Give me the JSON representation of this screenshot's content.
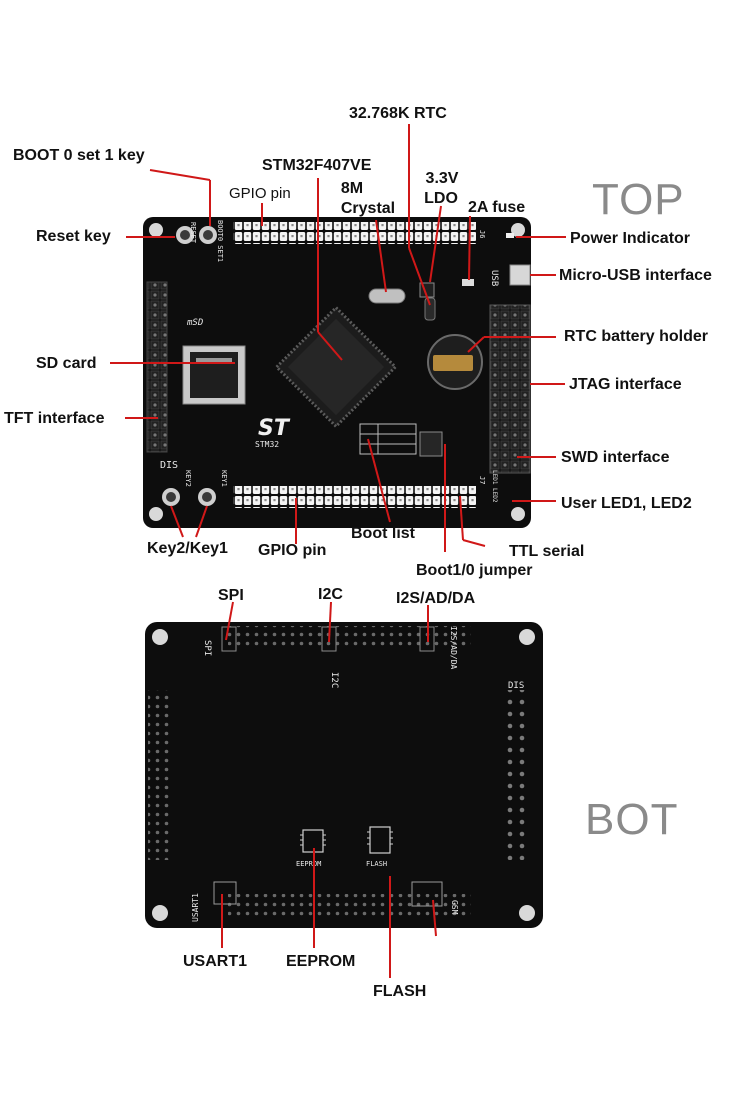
{
  "top_section": {
    "heading": "TOP",
    "labels": {
      "boot0_key": "BOOT 0 set 1 key",
      "reset_key": "Reset key",
      "gpio_pin_top": "GPIO pin",
      "mcu": "STM32F407VE",
      "crystal_line1": "8M",
      "crystal_line2": "Crystal",
      "rtc": "32.768K RTC",
      "ldo_line1": "3.3V",
      "ldo_line2": "LDO",
      "fuse": "2A fuse",
      "power_indicator": "Power Indicator",
      "micro_usb": "Micro-USB interface",
      "rtc_battery": "RTC battery holder",
      "jtag": "JTAG interface",
      "swd": "SWD interface",
      "user_led": "User LED1, LED2",
      "sd_card": "SD card",
      "tft_interface": "TFT interface",
      "key2_key1": "Key2/Key1",
      "gpio_pin_bottom": "GPIO pin",
      "boot_list": "Boot list",
      "ttl_serial": "TTL serial",
      "boot_jumper": "Boot1/0 jumper"
    },
    "silkscreen": {
      "reset": "RESET",
      "boot0": "BOOT0 SET1",
      "usb": "USB",
      "dis": "DIS",
      "key2": "KEY2",
      "key1": "KEY1",
      "stm32": "STM32",
      "msd": "mSD",
      "j7": "J7",
      "j6": "J6",
      "led": "LED1 LED2"
    }
  },
  "bottom_section": {
    "heading": "BOT",
    "labels": {
      "spi": "SPI",
      "i2c": "I2C",
      "i2s": "I2S/AD/DA",
      "usart1": "USART1",
      "eeprom": "EEPROM",
      "flash": "FLASH"
    },
    "silkscreen": {
      "spi": "SPI",
      "i2c": "I2C",
      "i2s": "I2S/AD/DA",
      "dis": "DIS",
      "eeprom": "EEPROM",
      "flash": "FLASH",
      "usart1": "USART1",
      "gsm": "GSM"
    }
  },
  "colors": {
    "pcb": "#0d0d0d",
    "leader": "#d01818",
    "label": "#111111",
    "heading": "#8a8a8a",
    "header_pin": "#f2f2f2",
    "silk": "#e8e8e8"
  }
}
